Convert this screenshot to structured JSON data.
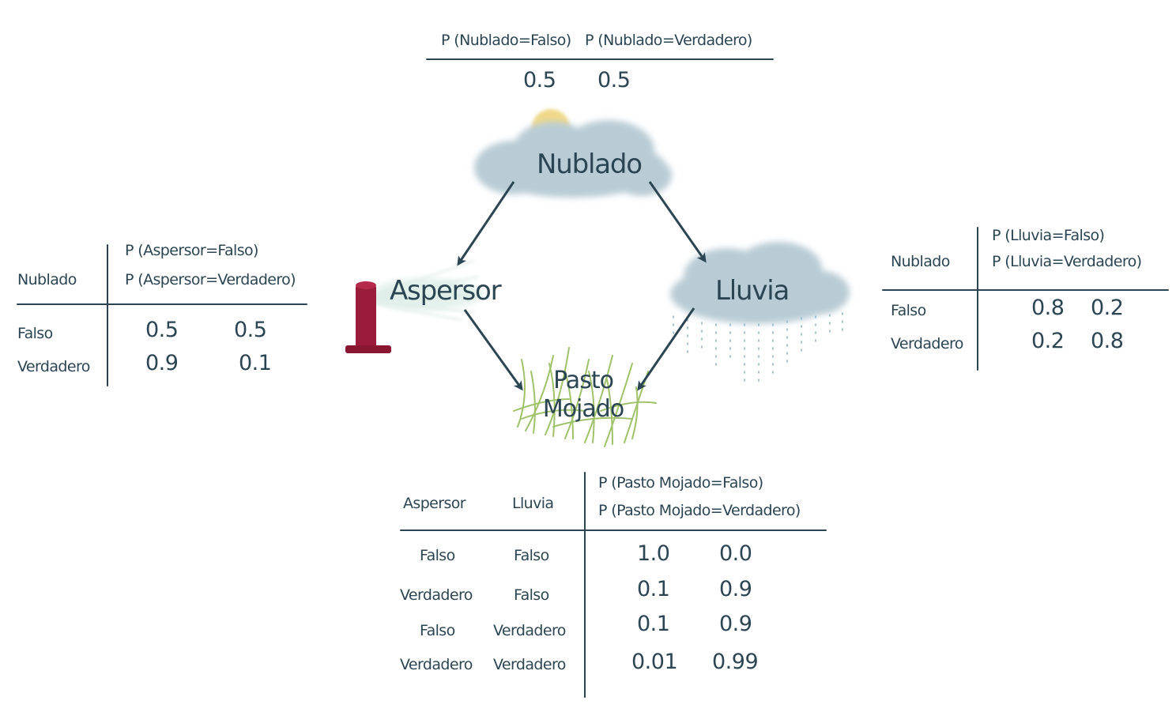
{
  "colors": {
    "ink": "#2c4552",
    "cloud": "#b9ccd6",
    "sun": "#f0d98a",
    "sprinkler": "#9b1c3a",
    "grass": "#9fc26a",
    "rain": "#8fb8cf"
  },
  "icons": [
    "cloud-sun-icon",
    "sprinkler-icon",
    "rain-cloud-icon",
    "grass-icon"
  ],
  "nodes": {
    "cloudy": "Nublado",
    "sprinkler": "Aspersor",
    "rain": "Lluvia",
    "wet_grass_line1": "Pasto",
    "wet_grass_line2": "Mojado"
  },
  "cloudy_table": {
    "col_false": "P (Nublado=Falso)",
    "col_true": "P (Nublado=Verdadero)",
    "values": [
      "0.5",
      "0.5"
    ]
  },
  "sprinkler_table": {
    "parent": "Nublado",
    "col_false": "P (Aspersor=Falso)",
    "col_true": "P (Aspersor=Verdadero)",
    "rows": [
      {
        "parent": "Falso",
        "p_false": "0.5",
        "p_true": "0.5"
      },
      {
        "parent": "Verdadero",
        "p_false": "0.9",
        "p_true": "0.1"
      }
    ]
  },
  "rain_table": {
    "parent": "Nublado",
    "col_false": "P (Lluvia=Falso)",
    "col_true": "P (Lluvia=Verdadero)",
    "rows": [
      {
        "parent": "Falso",
        "p_false": "0.8",
        "p_true": "0.2"
      },
      {
        "parent": "Verdadero",
        "p_false": "0.2",
        "p_true": "0.8"
      }
    ]
  },
  "grass_table": {
    "parent1": "Aspersor",
    "parent2": "Lluvia",
    "col_false": "P (Pasto Mojado=Falso)",
    "col_true": "P (Pasto Mojado=Verdadero)",
    "rows": [
      {
        "s": "Falso",
        "r": "Falso",
        "p_false": "1.0",
        "p_true": "0.0"
      },
      {
        "s": "Verdadero",
        "r": "Falso",
        "p_false": "0.1",
        "p_true": "0.9"
      },
      {
        "s": "Falso",
        "r": "Verdadero",
        "p_false": "0.1",
        "p_true": "0.9"
      },
      {
        "s": "Verdadero",
        "r": "Verdadero",
        "p_false": "0.01",
        "p_true": "0.99"
      }
    ]
  }
}
